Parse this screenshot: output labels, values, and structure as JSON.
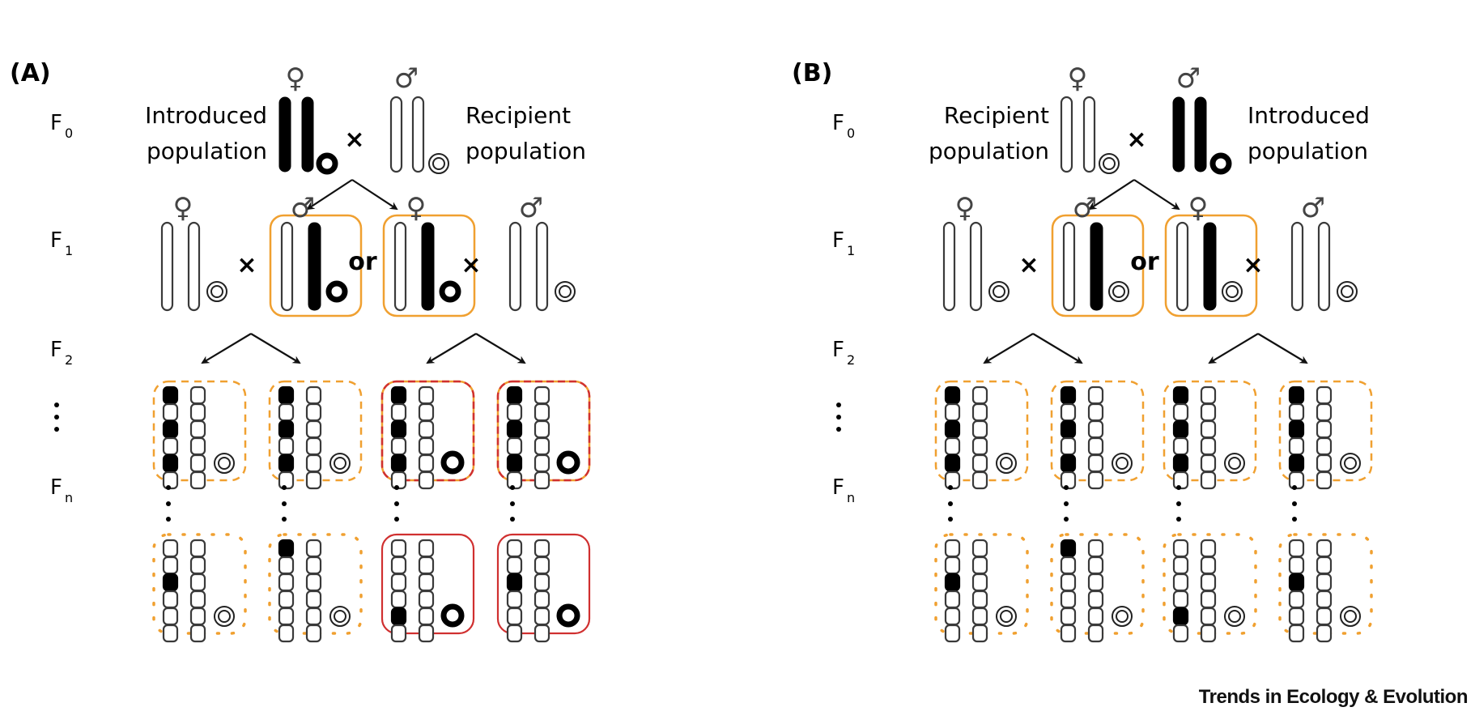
{
  "footer": "Trends in Ecology & Evolution",
  "colors": {
    "introduced": "#000000",
    "recipient_outline": "#3a3a3a",
    "hybrid_box": "#f0a030",
    "introgressed_box": "#d03030",
    "arrow": "#111111"
  },
  "generation_labels": [
    {
      "base": "F",
      "sub": "0"
    },
    {
      "base": "F",
      "sub": "1"
    },
    {
      "base": "F",
      "sub": "2"
    },
    {
      "base": "F",
      "sub": "n"
    }
  ],
  "symbols": {
    "female": "♀",
    "male": "♂",
    "cross": "×",
    "or": "or",
    "ellipsis": "⋮"
  },
  "panels": [
    {
      "id": "A",
      "label": "(A)",
      "f0": {
        "left_text": [
          "Introduced",
          "population"
        ],
        "right_text": [
          "Recipient",
          "population"
        ],
        "female": {
          "chromosomes": [
            "introduced",
            "introduced"
          ],
          "organelle": "introduced"
        },
        "male": {
          "chromosomes": [
            "recipient",
            "recipient"
          ],
          "organelle": "recipient"
        }
      },
      "f1": [
        {
          "sex": "female",
          "chromosomes": [
            "recipient",
            "recipient"
          ],
          "organelle": "recipient",
          "boxed": false
        },
        {
          "sex": "male",
          "chromosomes": [
            "recipient",
            "introduced"
          ],
          "organelle": "introduced",
          "boxed": true
        },
        {
          "sex": "female",
          "chromosomes": [
            "recipient",
            "introduced"
          ],
          "organelle": "introduced",
          "boxed": true
        },
        {
          "sex": "male",
          "chromosomes": [
            "recipient",
            "recipient"
          ],
          "organelle": "recipient",
          "boxed": false
        }
      ],
      "f2": [
        {
          "segments_left": [
            1,
            0,
            1,
            0,
            1,
            0
          ],
          "segments_right": [
            0,
            0,
            0,
            0,
            0,
            0
          ],
          "organelle": "recipient",
          "box": "hybrid-dashed"
        },
        {
          "segments_left": [
            1,
            0,
            1,
            0,
            1,
            0
          ],
          "segments_right": [
            0,
            0,
            0,
            0,
            0,
            0
          ],
          "organelle": "recipient",
          "box": "hybrid-dashed"
        },
        {
          "segments_left": [
            1,
            0,
            1,
            0,
            1,
            0
          ],
          "segments_right": [
            0,
            0,
            0,
            0,
            0,
            0
          ],
          "organelle": "introduced",
          "box": "introgressed-dashed"
        },
        {
          "segments_left": [
            1,
            0,
            1,
            0,
            1,
            0
          ],
          "segments_right": [
            0,
            0,
            0,
            0,
            0,
            0
          ],
          "organelle": "introduced",
          "box": "introgressed-dashed"
        }
      ],
      "fn": [
        {
          "segments_left": [
            0,
            0,
            1,
            0,
            0,
            0
          ],
          "segments_right": [
            0,
            0,
            0,
            0,
            0,
            0
          ],
          "organelle": "recipient",
          "box": "hybrid-dotted"
        },
        {
          "segments_left": [
            1,
            0,
            0,
            0,
            0,
            0
          ],
          "segments_right": [
            0,
            0,
            0,
            0,
            0,
            0
          ],
          "organelle": "recipient",
          "box": "hybrid-dotted"
        },
        {
          "segments_left": [
            0,
            0,
            0,
            0,
            1,
            0
          ],
          "segments_right": [
            0,
            0,
            0,
            0,
            0,
            0
          ],
          "organelle": "introduced",
          "box": "introgressed-solid"
        },
        {
          "segments_left": [
            0,
            0,
            1,
            0,
            0,
            0
          ],
          "segments_right": [
            0,
            0,
            0,
            0,
            0,
            0
          ],
          "organelle": "introduced",
          "box": "introgressed-solid"
        }
      ]
    },
    {
      "id": "B",
      "label": "(B)",
      "f0": {
        "left_text": [
          "Recipient",
          "population"
        ],
        "right_text": [
          "Introduced",
          "population"
        ],
        "female": {
          "chromosomes": [
            "recipient",
            "recipient"
          ],
          "organelle": "recipient"
        },
        "male": {
          "chromosomes": [
            "introduced",
            "introduced"
          ],
          "organelle": "introduced"
        }
      },
      "f1": [
        {
          "sex": "female",
          "chromosomes": [
            "recipient",
            "recipient"
          ],
          "organelle": "recipient",
          "boxed": false
        },
        {
          "sex": "male",
          "chromosomes": [
            "recipient",
            "introduced"
          ],
          "organelle": "recipient",
          "boxed": true
        },
        {
          "sex": "female",
          "chromosomes": [
            "recipient",
            "introduced"
          ],
          "organelle": "recipient",
          "boxed": true
        },
        {
          "sex": "male",
          "chromosomes": [
            "recipient",
            "recipient"
          ],
          "organelle": "recipient",
          "boxed": false
        }
      ],
      "f2": [
        {
          "segments_left": [
            1,
            0,
            1,
            0,
            1,
            0
          ],
          "segments_right": [
            0,
            0,
            0,
            0,
            0,
            0
          ],
          "organelle": "recipient",
          "box": "hybrid-dashed"
        },
        {
          "segments_left": [
            1,
            0,
            1,
            0,
            1,
            0
          ],
          "segments_right": [
            0,
            0,
            0,
            0,
            0,
            0
          ],
          "organelle": "recipient",
          "box": "hybrid-dashed"
        },
        {
          "segments_left": [
            1,
            0,
            1,
            0,
            1,
            0
          ],
          "segments_right": [
            0,
            0,
            0,
            0,
            0,
            0
          ],
          "organelle": "recipient",
          "box": "hybrid-dashed"
        },
        {
          "segments_left": [
            1,
            0,
            1,
            0,
            1,
            0
          ],
          "segments_right": [
            0,
            0,
            0,
            0,
            0,
            0
          ],
          "organelle": "recipient",
          "box": "hybrid-dashed"
        }
      ],
      "fn": [
        {
          "segments_left": [
            0,
            0,
            1,
            0,
            0,
            0
          ],
          "segments_right": [
            0,
            0,
            0,
            0,
            0,
            0
          ],
          "organelle": "recipient",
          "box": "hybrid-dotted"
        },
        {
          "segments_left": [
            1,
            0,
            0,
            0,
            0,
            0
          ],
          "segments_right": [
            0,
            0,
            0,
            0,
            0,
            0
          ],
          "organelle": "recipient",
          "box": "hybrid-dotted"
        },
        {
          "segments_left": [
            0,
            0,
            0,
            0,
            1,
            0
          ],
          "segments_right": [
            0,
            0,
            0,
            0,
            0,
            0
          ],
          "organelle": "recipient",
          "box": "hybrid-dotted"
        },
        {
          "segments_left": [
            0,
            0,
            1,
            0,
            0,
            0
          ],
          "segments_right": [
            0,
            0,
            0,
            0,
            0,
            0
          ],
          "organelle": "recipient",
          "box": "hybrid-dotted"
        }
      ]
    }
  ]
}
